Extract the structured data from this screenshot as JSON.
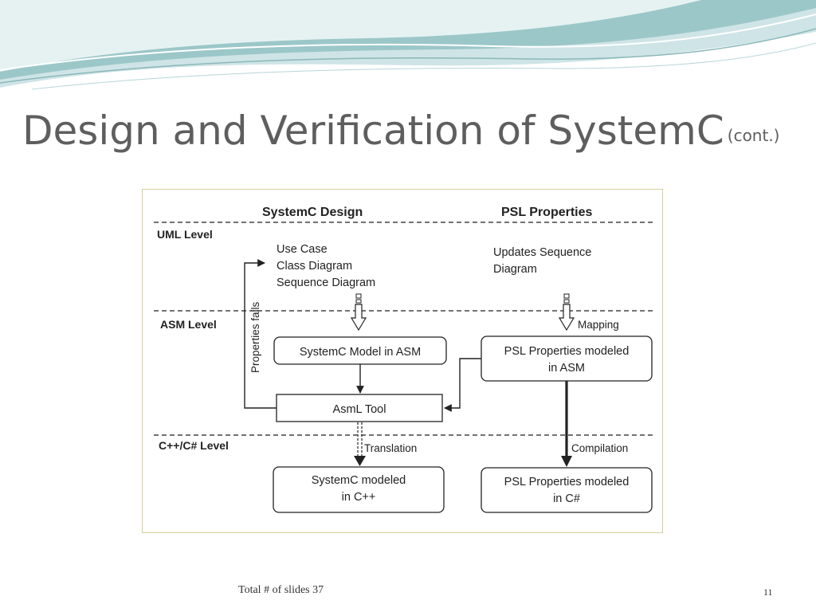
{
  "slide": {
    "title": "Design and Verification of SystemC",
    "title_suffix": "(cont.)",
    "footer_total": "Total # of slides 37",
    "page_number": "11"
  },
  "diagram": {
    "col_headers": {
      "design": "SystemC Design",
      "psl": "PSL Properties"
    },
    "levels": {
      "uml": "UML Level",
      "asm": "ASM Level",
      "cpp": "C++/C# Level"
    },
    "uml_design_lines": [
      "Use Case",
      "Class Diagram",
      "Sequence Diagram"
    ],
    "uml_psl_lines": [
      "Updates Sequence",
      "Diagram"
    ],
    "boxes": {
      "systemc_asm": "SystemC Model in ASM",
      "psl_asm_1": "PSL Properties modeled",
      "psl_asm_2": "in ASM",
      "asml_tool": "AsmL Tool",
      "systemc_cpp_1": "SystemC modeled",
      "systemc_cpp_2": "in C++",
      "psl_cs_1": "PSL Properties modeled",
      "psl_cs_2": "in C#"
    },
    "arrow_labels": {
      "properties_fails": "Properties fails",
      "mapping": "Mapping",
      "translation": "Translation",
      "compilation": "Compilation"
    }
  },
  "colors": {
    "title": "#5e5e5e",
    "frame_border": "#d6ce9c",
    "wave_teal": "#7fb6b8",
    "wave_light": "#d9ecec"
  }
}
